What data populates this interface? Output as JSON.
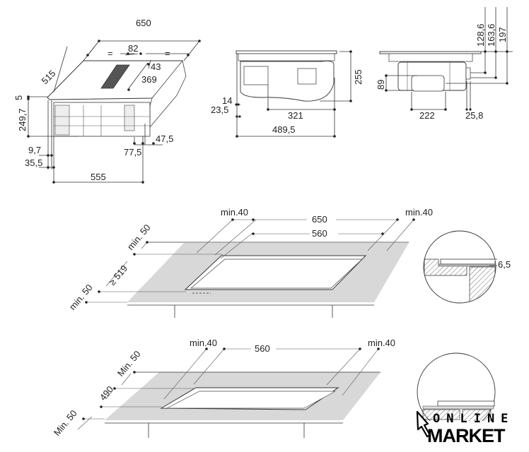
{
  "top_left_view": {
    "width_650": "650",
    "equal_left": "=",
    "equal_right": "=",
    "vent_82": "82",
    "vent_43": "43",
    "vent_369": "369",
    "depth_515": "515",
    "plate_5": "5",
    "height_249_7": "249,7",
    "offset_9_7": "9,7",
    "offset_35_5": "35,5",
    "body_555": "555",
    "offset_47_5": "47,5",
    "offset_77_5": "77,5"
  },
  "side_view": {
    "height_255": "255",
    "offset_14": "14",
    "offset_23_5": "23,5",
    "length_321": "321",
    "length_489_5": "489,5"
  },
  "front_view": {
    "h_128_6": "128,6",
    "h_163_6": "163,6",
    "h_197": "197",
    "h_89": "89",
    "w_222": "222",
    "w_25_8": "25,8"
  },
  "flush_install": {
    "min40_left": "min.40",
    "width_650": "650",
    "min40_right": "min.40",
    "width_560": "560",
    "min50_back": "min. 50",
    "depth_519": "≥ 519",
    "min50_front": "min. 50",
    "detail_6_5": "6,5"
  },
  "standard_install": {
    "min40_left": "min.40",
    "width_560": "560",
    "min40_right": "min.40",
    "min50_back": "Min. 50",
    "depth_490": "490",
    "min50_front": "Min. 50"
  },
  "watermark": {
    "line1": "ONLINE",
    "line2": "MARKET"
  }
}
